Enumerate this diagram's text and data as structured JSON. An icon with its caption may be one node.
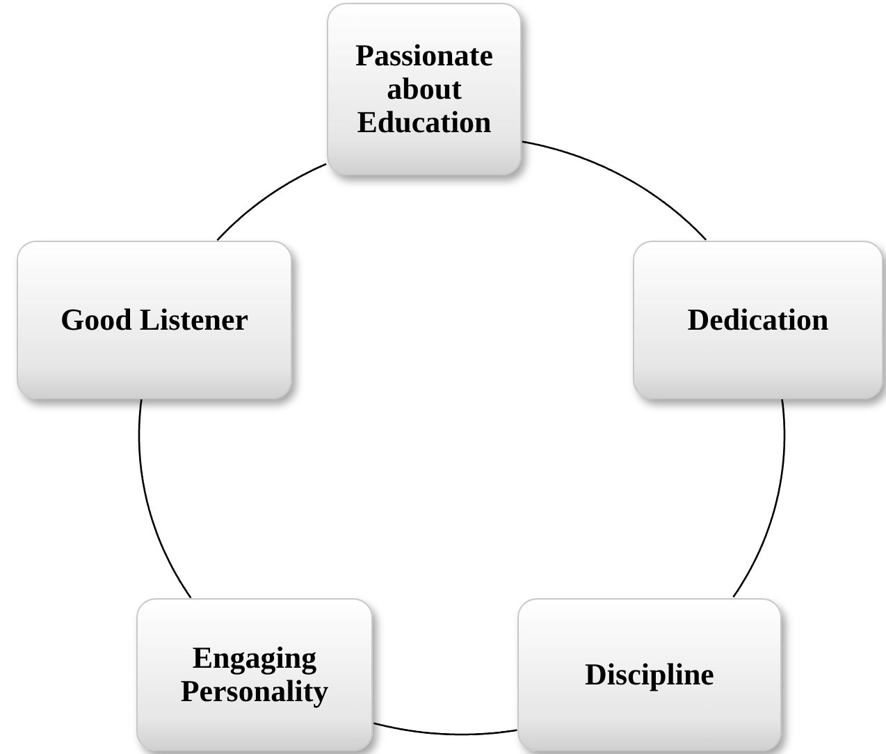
{
  "diagram": {
    "nodes": [
      {
        "text": [
          "Passionate about Education"
        ]
      },
      {
        "text": [
          "Dedication"
        ]
      },
      {
        "text": [
          "Discipline"
        ]
      },
      {
        "text": [
          "Engaging Personality"
        ]
      },
      {
        "text": [
          "Good Listener"
        ]
      }
    ],
    "edges": [
      {
        "from": 0,
        "to": 1,
        "arrow": "none"
      },
      {
        "from": 1,
        "to": 2,
        "arrow": "none"
      },
      {
        "from": 2,
        "to": 3,
        "arrow": "none"
      },
      {
        "from": 3,
        "to": 4,
        "arrow": "none"
      },
      {
        "from": 4,
        "to": 0,
        "arrow": "none"
      }
    ]
  }
}
